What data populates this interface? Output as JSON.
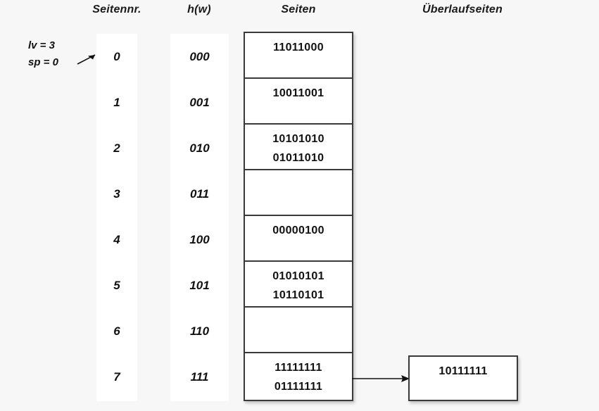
{
  "background_color": "#f7f7f7",
  "band_color": "#ffffff",
  "line_color": "#3a3a3a",
  "headers": {
    "seitennr": "Seitennr.",
    "hw": "h(w)",
    "seiten": "Seiten",
    "ueberlaufseiten": "Überlaufseiten"
  },
  "annotation": {
    "lv": "lv = 3",
    "sp": "sp = 0",
    "arrow_icon": "arrow-right-icon",
    "points_to_row": "0"
  },
  "rows": [
    {
      "seitennr": "0",
      "hw": "000",
      "entries": [
        "11011000"
      ]
    },
    {
      "seitennr": "1",
      "hw": "001",
      "entries": [
        "10011001"
      ]
    },
    {
      "seitennr": "2",
      "hw": "010",
      "entries": [
        "10101010",
        "01011010"
      ]
    },
    {
      "seitennr": "3",
      "hw": "011",
      "entries": []
    },
    {
      "seitennr": "4",
      "hw": "100",
      "entries": [
        "00000100"
      ]
    },
    {
      "seitennr": "5",
      "hw": "101",
      "entries": [
        "01010101",
        "10110101"
      ]
    },
    {
      "seitennr": "6",
      "hw": "110",
      "entries": []
    },
    {
      "seitennr": "7",
      "hw": "111",
      "entries": [
        "11111111",
        "01111111"
      ]
    }
  ],
  "overflow": {
    "from_row": "7",
    "arrow_icon": "arrow-right-icon",
    "entries": [
      "10111111"
    ]
  }
}
